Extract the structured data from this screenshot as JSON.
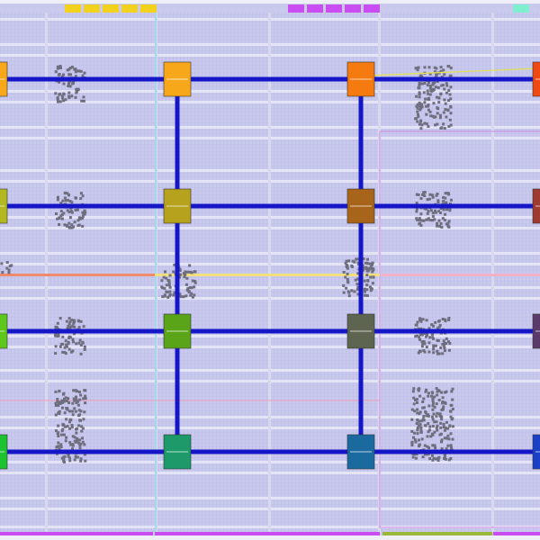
{
  "colors": {
    "background": "#c9c9ee",
    "grid": "#b3b3e6",
    "row_band": "#e7e7f7",
    "column_band": "#d9d9ee",
    "interconnect": "#1416c8",
    "cell_fill": "#6e6e7e",
    "yellow_route": "#e5e24a"
  },
  "io_top_groups": [
    {
      "name": "io-group-yellow",
      "color": "#f2d21c",
      "count": 5
    },
    {
      "name": "io-group-magenta",
      "color": "#c94df0",
      "count": 5
    },
    {
      "name": "io-group-aqua",
      "color": "#7ef0d0",
      "count": 1
    }
  ],
  "io_bottom_groups": [
    {
      "name": "io-bottom-magenta",
      "color": "#c94df0"
    },
    {
      "name": "io-bottom-magenta-2",
      "color": "#c94df0"
    },
    {
      "name": "io-bottom-olive",
      "color": "#9ab83a"
    },
    {
      "name": "io-bottom-magenta-3",
      "color": "#c94df0"
    }
  ],
  "cores": [
    {
      "name": "core-r0-c0",
      "color": "#f6a81a"
    },
    {
      "name": "core-r0-c1",
      "color": "#f6a81a"
    },
    {
      "name": "core-r0-c2",
      "color": "#f57a10"
    },
    {
      "name": "core-r0-c3",
      "color": "#f04a12"
    },
    {
      "name": "core-r1-c0",
      "color": "#b3b820"
    },
    {
      "name": "core-r1-c1",
      "color": "#b6a21c"
    },
    {
      "name": "core-r1-c2",
      "color": "#a8641a"
    },
    {
      "name": "core-r1-c3",
      "color": "#9e3a30"
    },
    {
      "name": "core-r2-c0",
      "color": "#5ec81a"
    },
    {
      "name": "core-r2-c1",
      "color": "#5aa41a"
    },
    {
      "name": "core-r2-c2",
      "color": "#5d6450"
    },
    {
      "name": "core-r2-c3",
      "color": "#5a3a6a"
    },
    {
      "name": "core-r3-c0",
      "color": "#1cc230"
    },
    {
      "name": "core-r3-c1",
      "color": "#1c9a6a"
    },
    {
      "name": "core-r3-c2",
      "color": "#1a6aa0"
    },
    {
      "name": "core-r3-c3",
      "color": "#1a40c8"
    }
  ]
}
